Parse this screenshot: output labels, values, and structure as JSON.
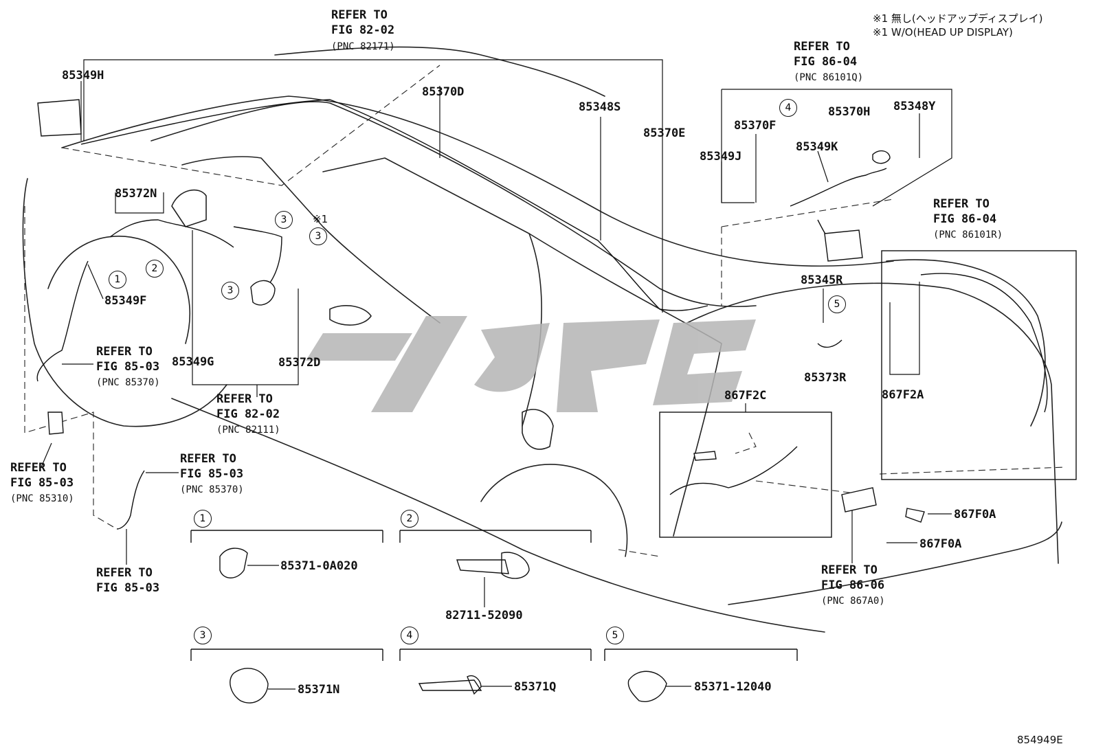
{
  "notes": {
    "jp": "※1 無し(ヘッドアップディスプレイ)",
    "en": "※1 W/O(HEAD UP DISPLAY)",
    "mark_1": "※1"
  },
  "refs": {
    "fig82_02_top": {
      "l1": "REFER TO",
      "l2": "FIG 82-02",
      "pnc": "(PNC 82171)"
    },
    "fig86_04_a": {
      "l1": "REFER TO",
      "l2": "FIG 86-04",
      "pnc": "(PNC 86101Q)"
    },
    "fig86_04_b": {
      "l1": "REFER TO",
      "l2": "FIG 86-04",
      "pnc": "(PNC 86101R)"
    },
    "fig85_03_a": {
      "l1": "REFER TO",
      "l2": "FIG 85-03",
      "pnc": "(PNC 85370)"
    },
    "fig82_02_b": {
      "l1": "REFER TO",
      "l2": "FIG 82-02",
      "pnc": "(PNC 82111)"
    },
    "fig85_03_b": {
      "l1": "REFER TO",
      "l2": "FIG 85-03",
      "pnc": "(PNC 85310)"
    },
    "fig85_03_c": {
      "l1": "REFER TO",
      "l2": "FIG 85-03",
      "pnc": "(PNC 85370)"
    },
    "fig85_03_d": {
      "l1": "REFER TO",
      "l2": "FIG 85-03"
    },
    "fig86_06": {
      "l1": "REFER TO",
      "l2": "FIG 86-06",
      "pnc": "(PNC 867A0)"
    }
  },
  "parts": {
    "p85349H": "85349H",
    "p85370D": "85370D",
    "p85348S": "85348S",
    "p85370E": "85370E",
    "p85372N": "85372N",
    "p85349F": "85349F",
    "p85349G": "85349G",
    "p85372D": "85372D",
    "p85370F": "85370F",
    "p85370H": "85370H",
    "p85348Y": "85348Y",
    "p85349J": "85349J",
    "p85349K": "85349K",
    "p85345R": "85345R",
    "p85373R": "85373R",
    "p867F2C": "867F2C",
    "p867F2A": "867F2A",
    "p867F0A_1": "867F0A",
    "p867F0A_2": "867F0A"
  },
  "detail_blocks": [
    {
      "num": "1",
      "part": "85371-0A020"
    },
    {
      "num": "2",
      "part": "82711-52090"
    },
    {
      "num": "3",
      "part": "85371N"
    },
    {
      "num": "4",
      "part": "85371Q"
    },
    {
      "num": "5",
      "part": "85371-12040"
    }
  ],
  "callouts": [
    "1",
    "2",
    "3",
    "3",
    "3",
    "4",
    "5"
  ],
  "watermark_color": "#b5b5b5",
  "figure_id": "854949E"
}
